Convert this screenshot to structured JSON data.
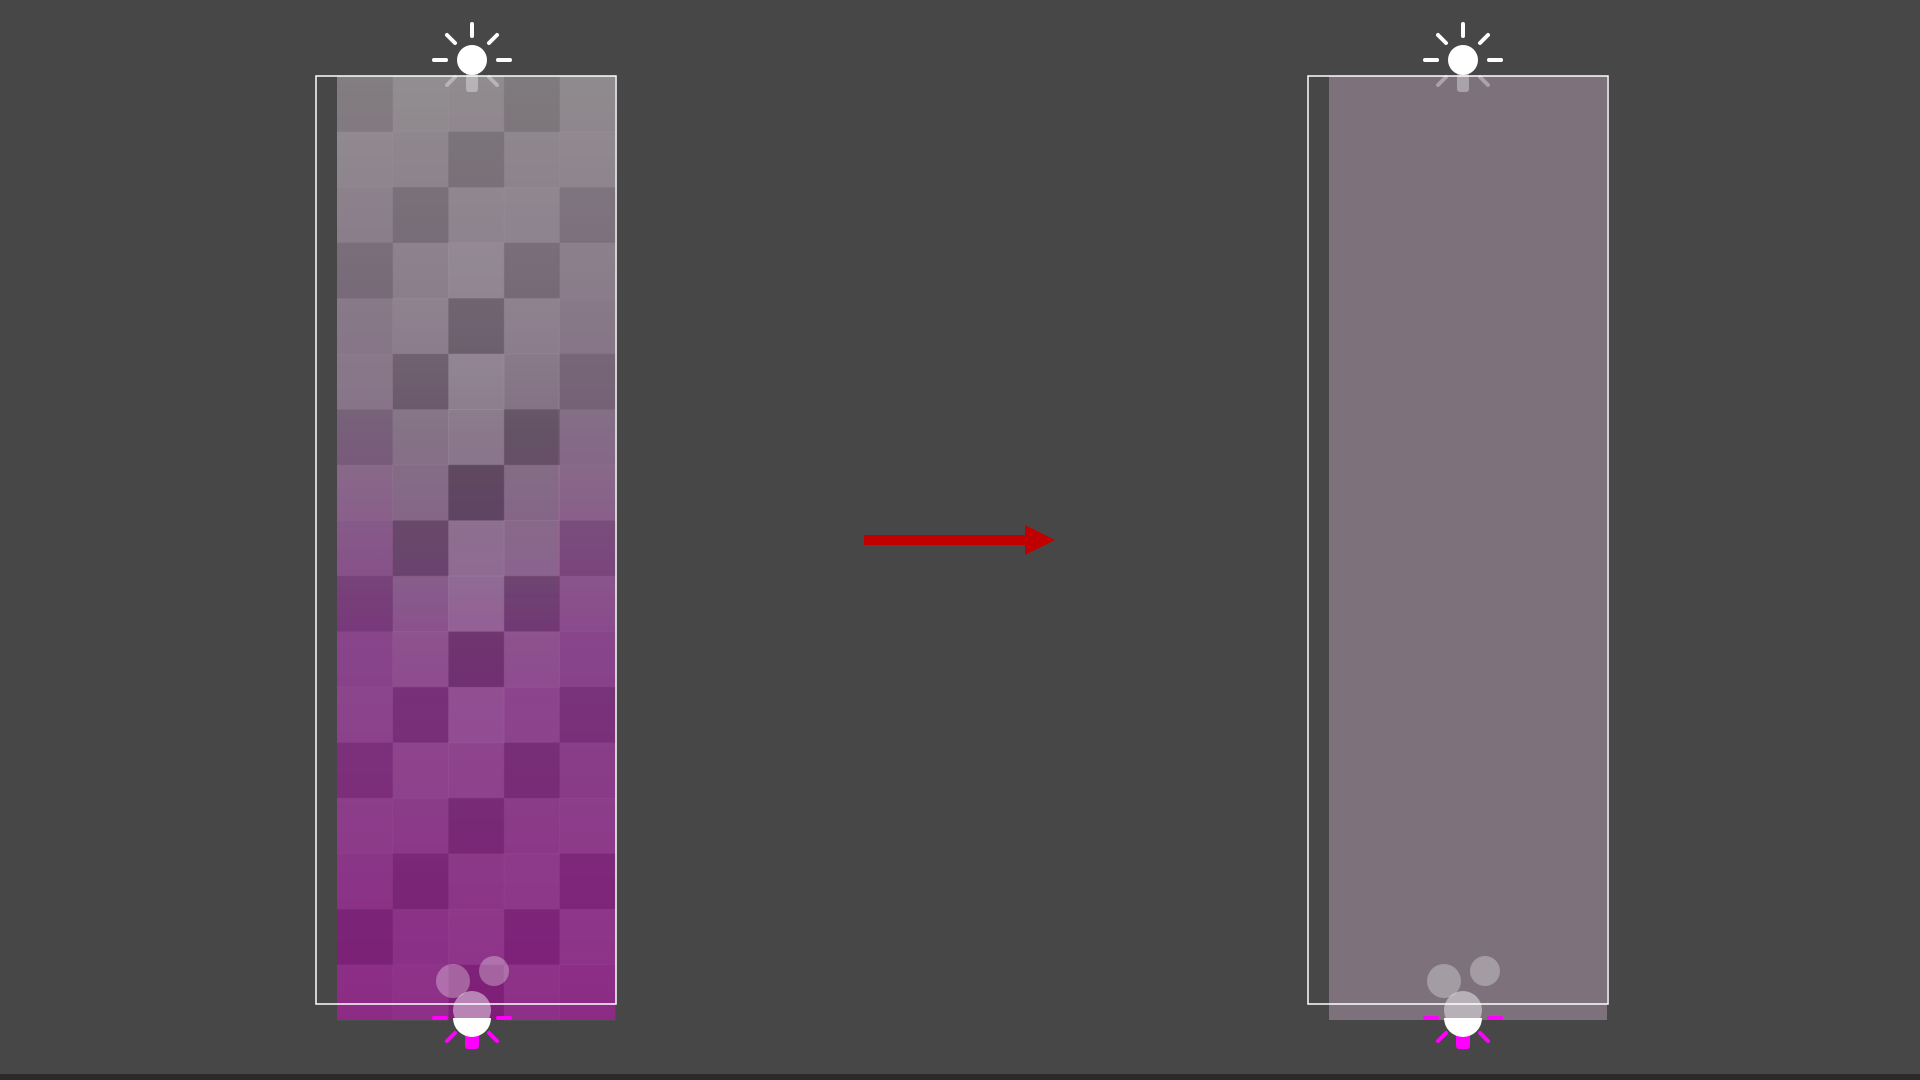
{
  "colors": {
    "background": "#474747",
    "white_light": "#ffffff",
    "magenta_light": "#ff00ff",
    "arrow": "#c00000",
    "mixed_top": "#8a8588",
    "mixed_bottom": "#86207f",
    "uniform_fill": "#7d717c"
  },
  "icons": {
    "top_light": "sun-bulb-icon",
    "bottom_light": "bulb-icon",
    "bubbles": "bubble-icon",
    "arrow": "arrow-right-icon"
  },
  "panels": [
    {
      "name": "before-mixing-column",
      "state": "gradient",
      "gray_fraction_top": 1.0,
      "magenta_fraction_bottom": 1.0
    },
    {
      "name": "after-mixing-column",
      "state": "uniform"
    }
  ]
}
